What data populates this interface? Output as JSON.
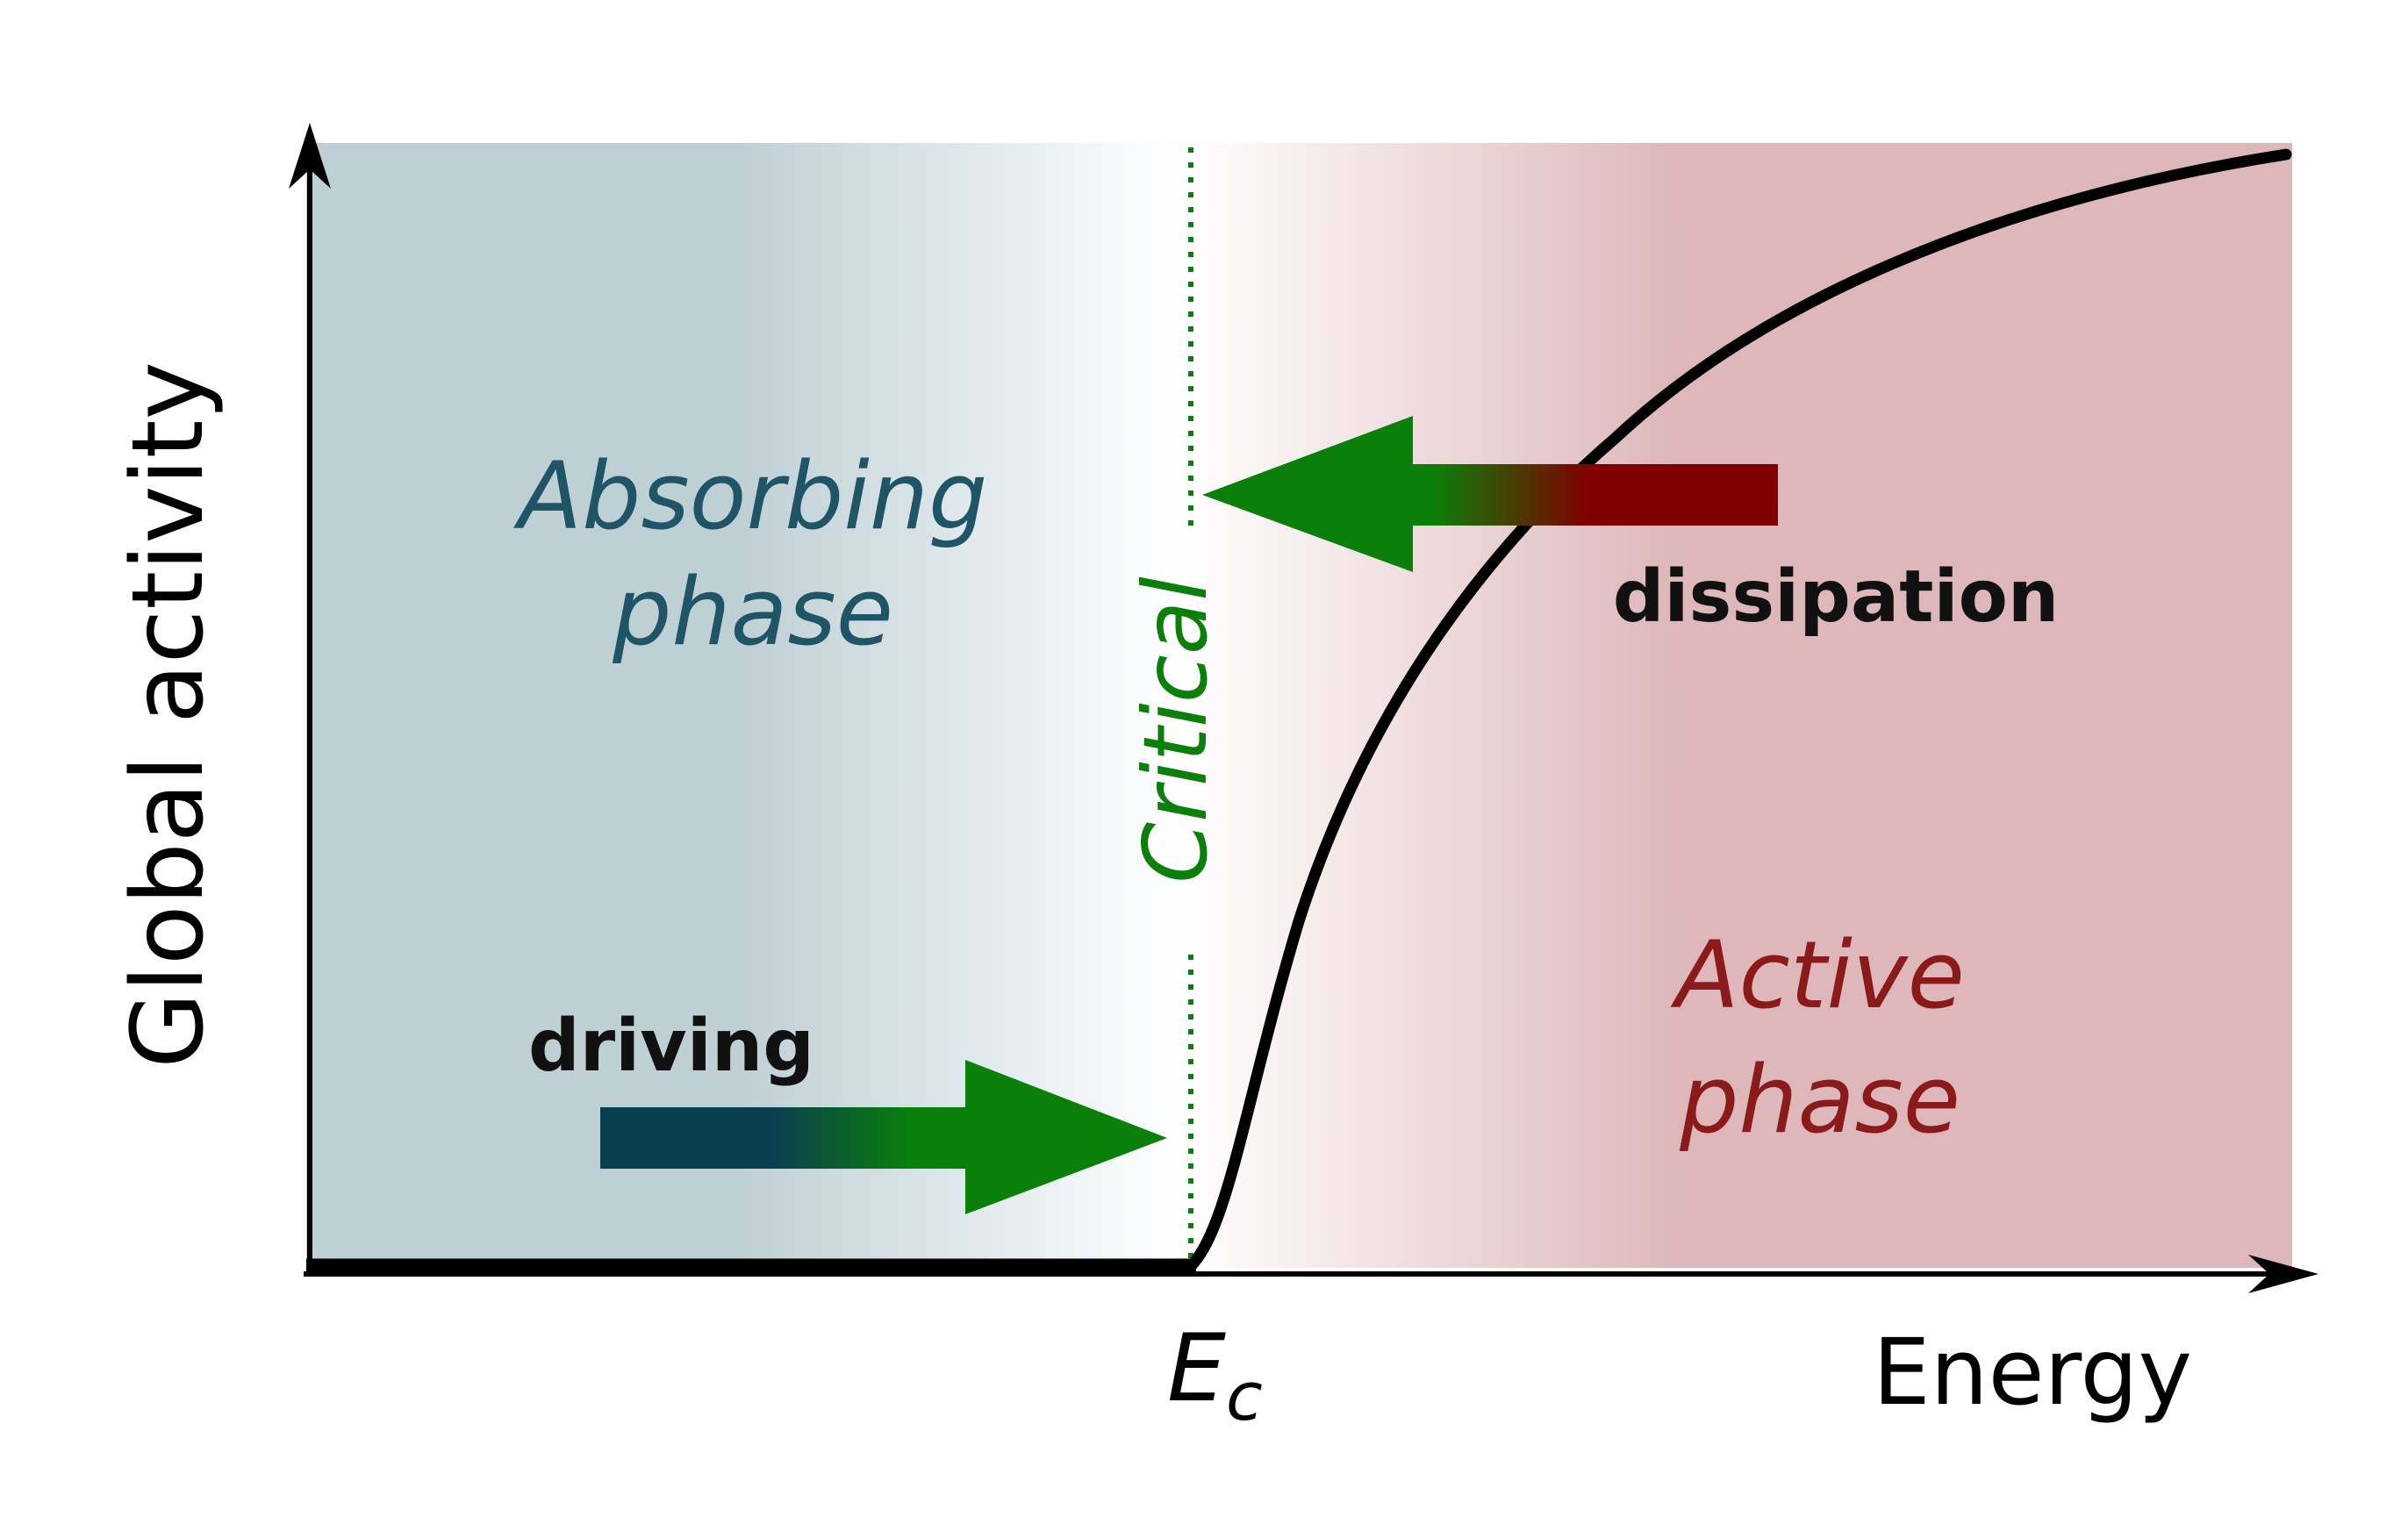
{
  "labels": {
    "y_axis": "Global activity",
    "x_axis": "Energy",
    "critical_point": "E",
    "critical_point_subscript": "c",
    "critical_line": "Critical",
    "absorbing_phase": [
      "Absorbing",
      "phase"
    ],
    "active_phase": [
      "Active",
      "phase"
    ],
    "driving": "driving",
    "dissipation": "dissipation"
  },
  "colors": {
    "absorbing_region": "#bfd0d5",
    "active_region": "#ddb7ba",
    "absorbing_text": "#1f5566",
    "active_text": "#8b1a1a",
    "critical": "#0a800a",
    "driving_start": "#0b3d50",
    "dissipation_start": "#800000",
    "arrow_head": "#0a800a",
    "curve": "#000000"
  }
}
